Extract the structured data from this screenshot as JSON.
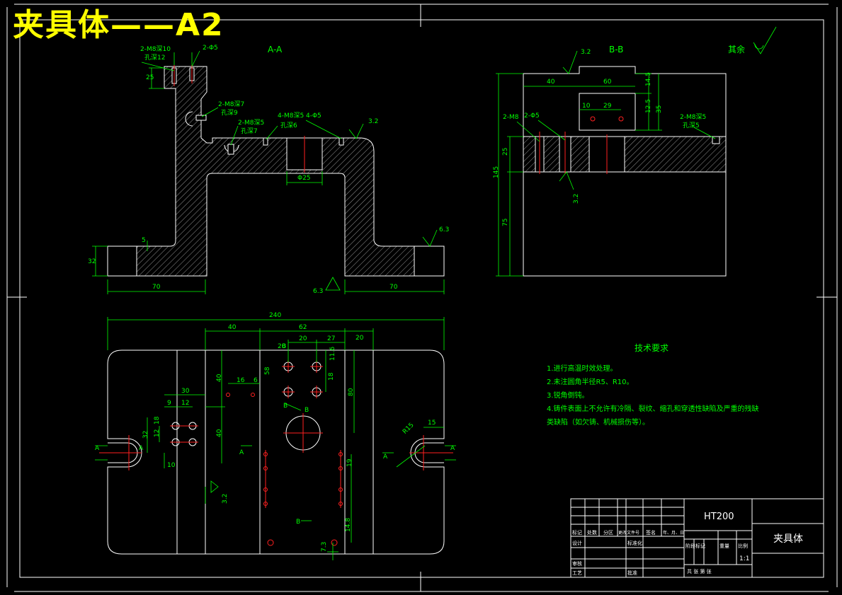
{
  "banner": "夹具体——A2",
  "sections": {
    "aa": "A-A",
    "bb": "B-B",
    "rest_roughness": "其余"
  },
  "notes": {
    "aa": {
      "top_hole": "2-M8深10",
      "top_hole_sub": "孔深12",
      "top_dia": "2-Φ5",
      "side_hole": "2-M8深7",
      "side_hole_sub": "孔深9",
      "mid_hole": "2-M8深5",
      "mid_hole_sub": "孔深7",
      "plate_hole": "4-M8深5",
      "plate_hole_sub": "孔深6",
      "plate_dia": "4-Φ5",
      "rough_32": "3.2",
      "rough_63": "6.3",
      "rough_63b": "6.3"
    },
    "bb": {
      "hole1": "2-M8",
      "hole2": "2-Φ5",
      "hole3": "2-M8深5",
      "hole3_sub": "孔深5",
      "rough_32": "3.2",
      "rough_32b": "3.2"
    }
  },
  "dims": {
    "aa": {
      "top_h": "25",
      "base_h": "32",
      "thk": "5",
      "bore": "Φ25",
      "left_w": "70",
      "right_w": "70"
    },
    "bb": {
      "w40": "40",
      "w60": "60",
      "d10": "10",
      "d29": "29",
      "h145": "145",
      "h25": "25",
      "h75": "75",
      "h145b": "14.5",
      "h125": "12.5",
      "h35": "35"
    },
    "plan": {
      "overall": "240",
      "d40": "40",
      "d62": "62",
      "d20a": "20",
      "d20b": "20",
      "d27": "27",
      "d20c": "20",
      "d11": "11.6",
      "d18": "18",
      "d80": "80",
      "d58": "58",
      "d40v": "40",
      "d40v2": "40",
      "d30": "30",
      "d9": "9",
      "d12": "12",
      "d6": "6",
      "d16": "16",
      "d18b": "18",
      "d32": "32",
      "d12b": "12",
      "d10": "10",
      "d19": "19",
      "d14": "14.8",
      "d15": "15",
      "r15": "R15",
      "d32v": "3.2",
      "d73": "7.3"
    },
    "markers": {
      "a1": "A",
      "a2": "A",
      "a3": "A",
      "a4": "A",
      "a5": "A",
      "b1": "B",
      "b2": "B",
      "b3": "B",
      "b4": "B"
    }
  },
  "tech": {
    "title": "技术要求",
    "items": [
      "1.进行高温时效处理。",
      "2.未注圆角半径R5、R10。",
      "3.锐角倒钝。",
      "4.铸件表面上不允许有冷隔、裂纹、缩孔和穿透性缺陷及严重的残缺",
      "类缺陷（如欠铸、机械损伤等）。"
    ]
  },
  "title_block": {
    "material": "HT200",
    "part_name": "夹具体",
    "scale": "1:1",
    "rows": {
      "marks": "标记",
      "count": "处数",
      "zone": "分区",
      "change_doc": "更改文件号",
      "sign": "签名",
      "date": "年、月、日",
      "design": "设计",
      "standardize": "标准化",
      "stage_mark": "阶段标记",
      "weight": "重量",
      "ratio": "比例",
      "review": "审核",
      "process": "工艺",
      "approve": "批准",
      "sheets": "共   张   第   张"
    }
  }
}
